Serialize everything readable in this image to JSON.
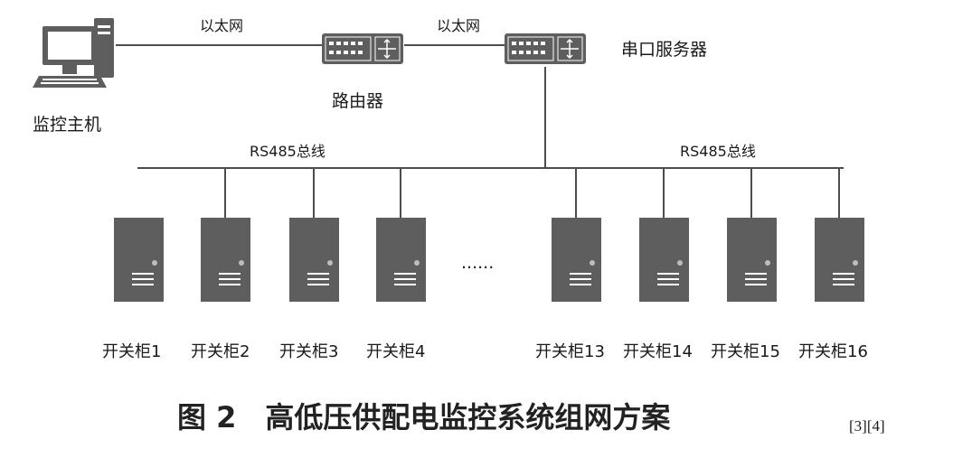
{
  "diagram": {
    "links": {
      "ethernet_1": "以太网",
      "ethernet_2": "以太网",
      "rs485_left": "RS485总线",
      "rs485_right": "RS485总线"
    },
    "nodes": {
      "monitor_host": "监控主机",
      "router": "路由器",
      "serial_server": "串口服务器"
    },
    "cabinets": [
      "开关柜1",
      "开关柜2",
      "开关柜3",
      "开关柜4",
      "开关柜13",
      "开关柜14",
      "开关柜15",
      "开关柜16"
    ],
    "ellipsis": "......",
    "caption": "图 2　高低压供配电监控系统组网方案",
    "reference": "[3][4]"
  },
  "colors": {
    "device": "#5e5e5e",
    "line": "#4d4d4d",
    "screen": "#ffffff"
  },
  "icons": [
    "computer-icon",
    "router-icon",
    "serial-server-icon",
    "server-cabinet-icon"
  ]
}
